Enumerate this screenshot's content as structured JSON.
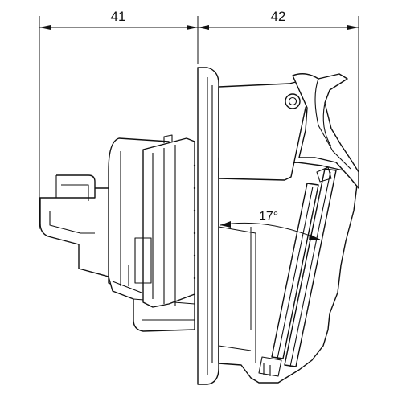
{
  "dimensions": {
    "left_width": "41",
    "right_width": "42",
    "tilt_angle": "17°"
  },
  "colors": {
    "line": "#111111",
    "shade": "#d9d9d9",
    "background": "#ffffff"
  }
}
